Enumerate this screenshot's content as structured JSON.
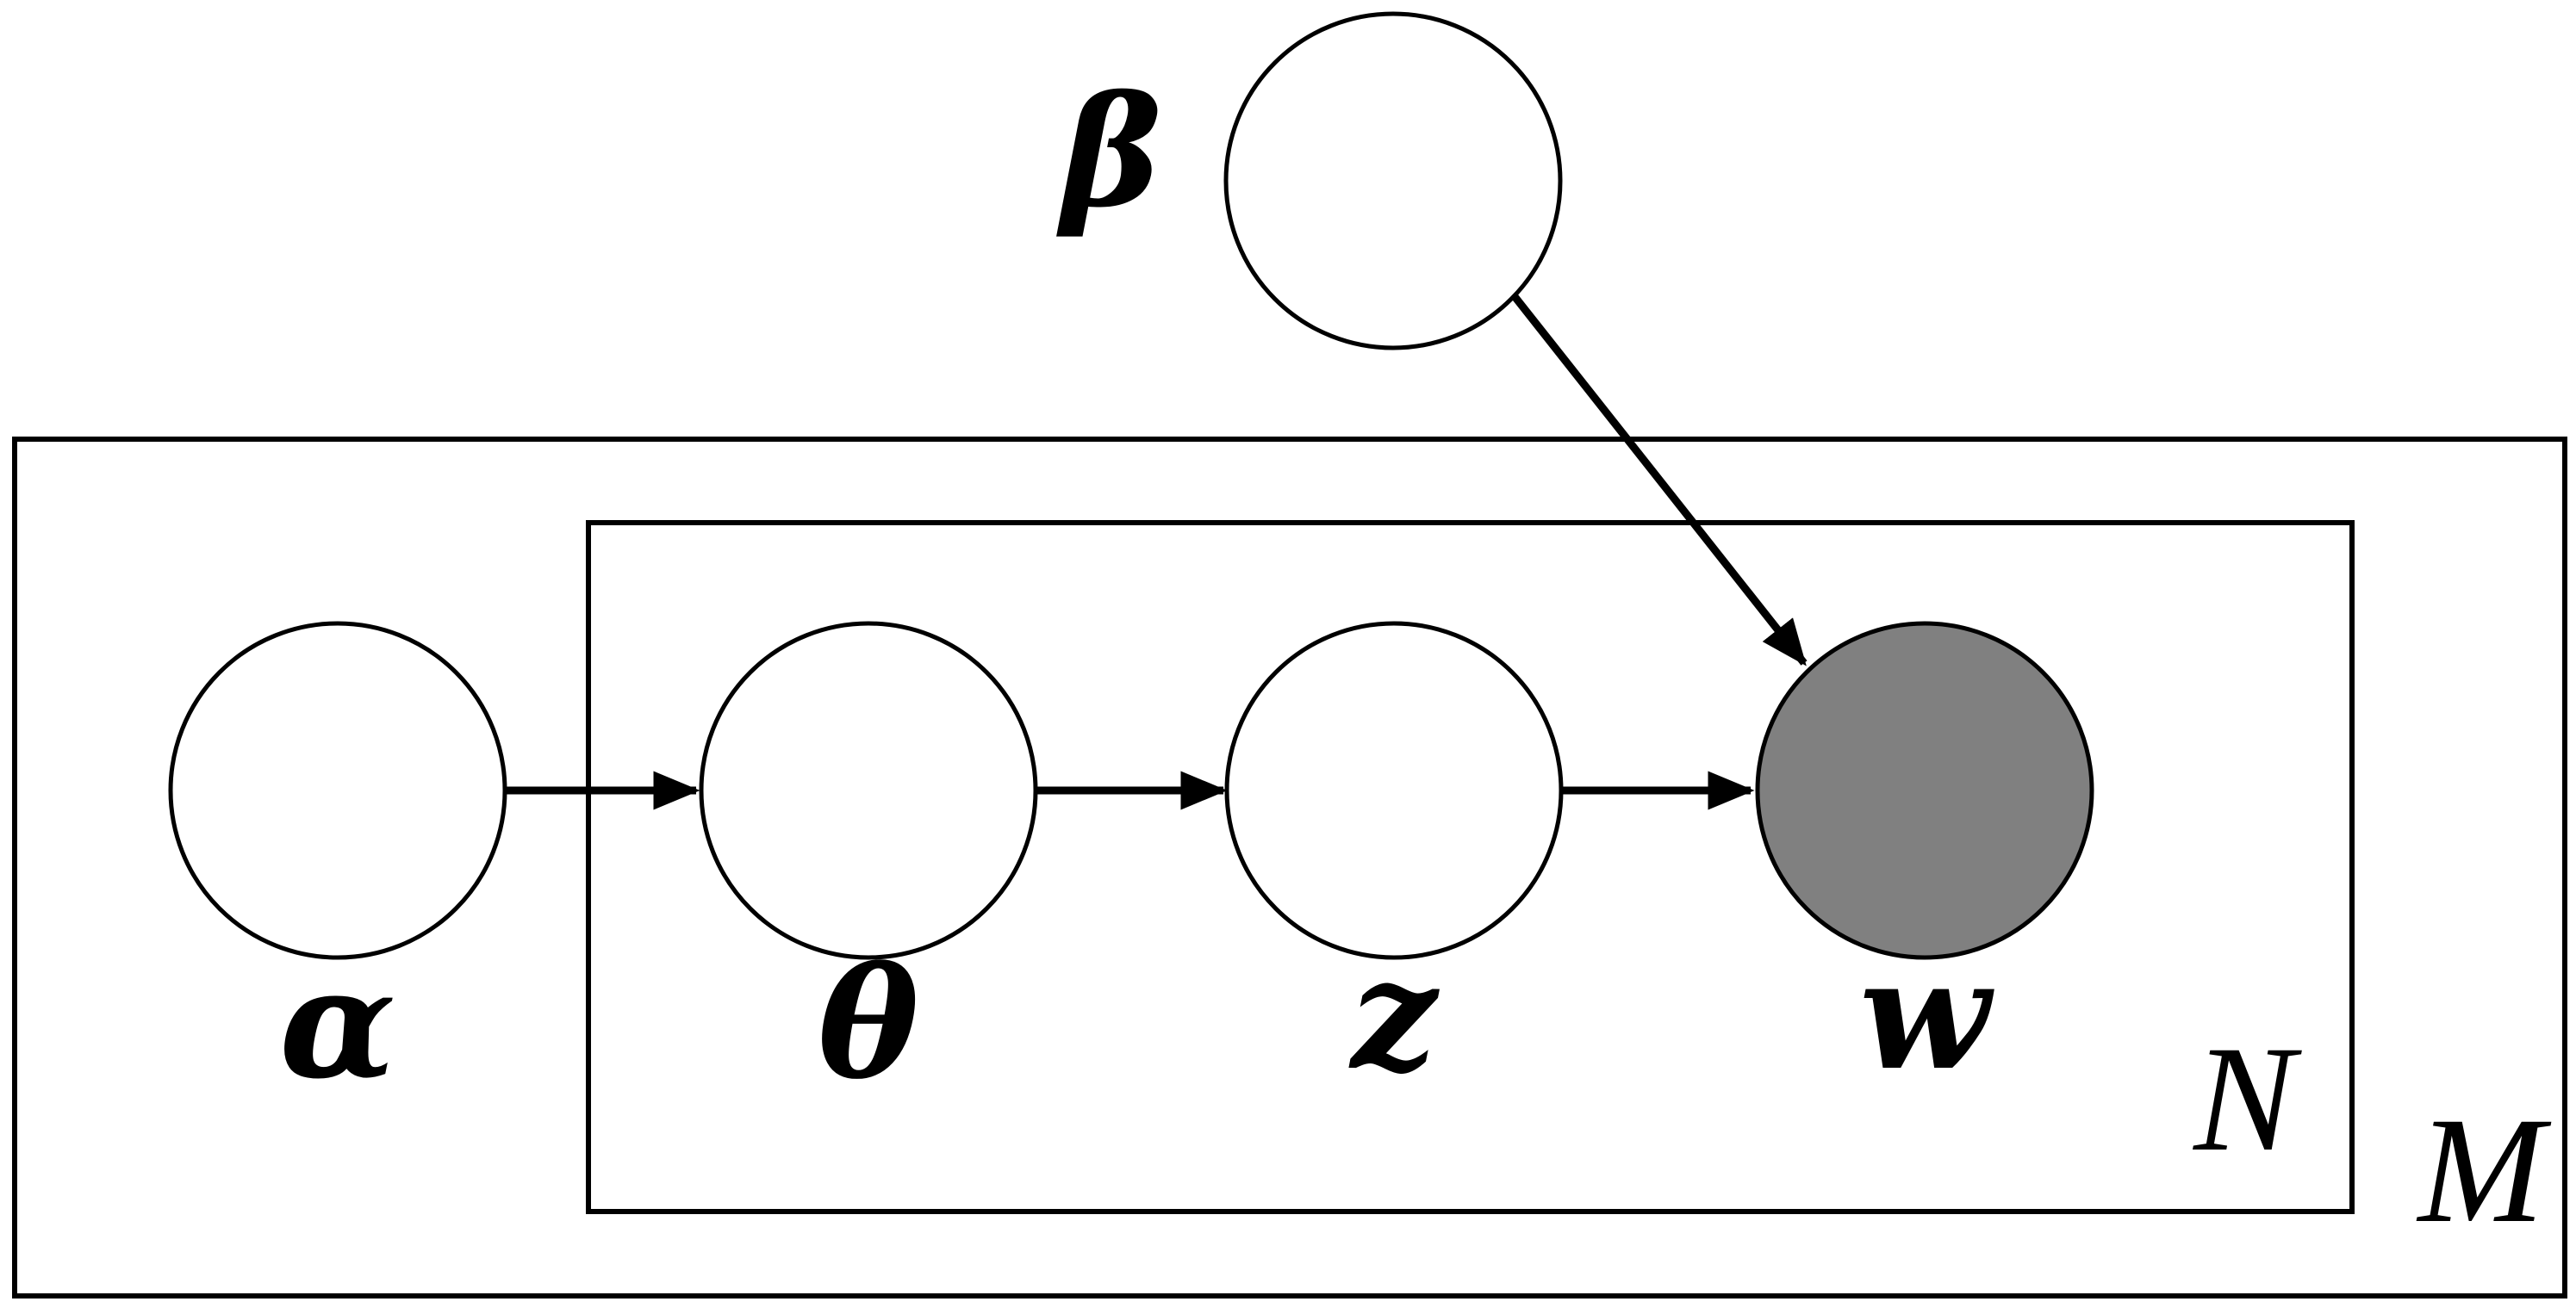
{
  "nodes": {
    "alpha": {
      "label": "α",
      "observed": false
    },
    "theta": {
      "label": "θ",
      "observed": false
    },
    "z": {
      "label": "z",
      "observed": false
    },
    "w": {
      "label": "w",
      "observed": true
    },
    "beta": {
      "label": "β",
      "observed": false
    }
  },
  "plates": {
    "outer": {
      "label": "M"
    },
    "inner": {
      "label": "N"
    }
  },
  "edges": [
    {
      "from": "alpha",
      "to": "theta"
    },
    {
      "from": "theta",
      "to": "z"
    },
    {
      "from": "z",
      "to": "w"
    },
    {
      "from": "beta",
      "to": "w"
    }
  ],
  "colors": {
    "observed_fill": "#808080",
    "latent_fill": "#ffffff",
    "stroke": "#000000"
  }
}
